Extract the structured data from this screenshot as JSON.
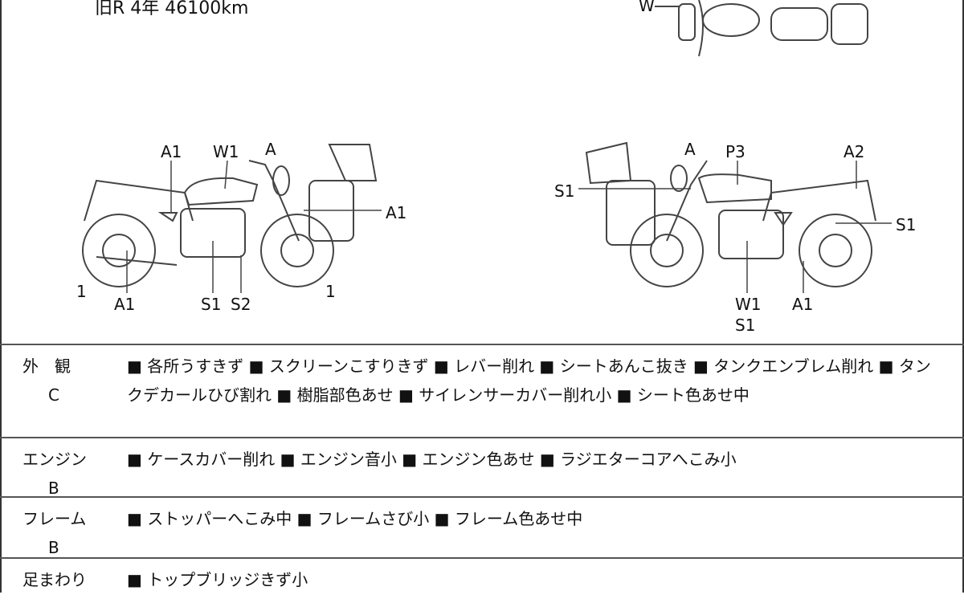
{
  "header": {
    "text": "旧R 4年 46100km"
  },
  "diagram_top": {
    "labels": [
      "W"
    ]
  },
  "diagram_left": {
    "labels": [
      "A1",
      "W1",
      "A",
      "A1",
      "1",
      "A1",
      "S1",
      "S2",
      "1"
    ]
  },
  "diagram_right": {
    "labels": [
      "A",
      "P3",
      "A2",
      "S1",
      "S1",
      "W1",
      "S1",
      "A1"
    ]
  },
  "rows": [
    {
      "label": "外　観",
      "grade": "C",
      "items": "■ 各所うすきず ■ スクリーンこすりきず ■ レバー削れ ■ シートあんこ抜き ■ タンクエンブレム削れ ■ タンクデカールひび割れ ■ 樹脂部色あせ ■ サイレンサーカバー削れ小 ■ シート色あせ中"
    },
    {
      "label": "エンジン",
      "grade": "B",
      "items": "■ ケースカバー削れ ■ エンジン音小 ■ エンジン色あせ ■ ラジエターコアへこみ小"
    },
    {
      "label": "フレーム",
      "grade": "B",
      "items": "■ ストッパーへこみ中 ■ フレームさび小 ■ フレーム色あせ中"
    },
    {
      "label": "足まわり",
      "grade": "",
      "items": "■ トップブリッジきず小"
    }
  ]
}
